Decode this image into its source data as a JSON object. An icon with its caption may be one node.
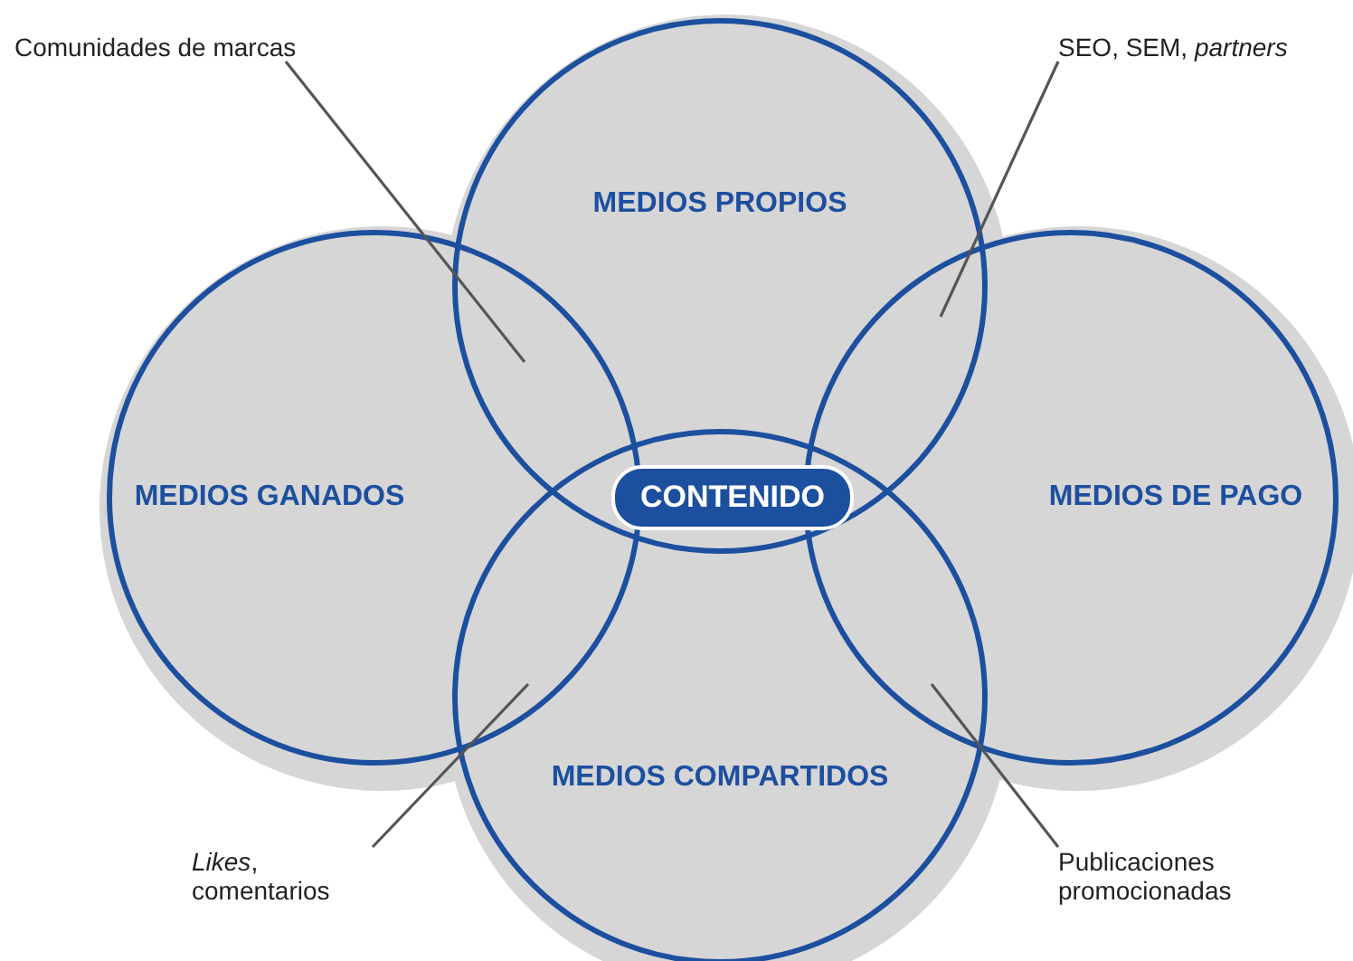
{
  "diagram": {
    "nodes": [
      {
        "text": [
          "Comunidades de marcas"
        ]
      },
      {
        "text": [
          "SEO, SEM, *partners*"
        ]
      },
      {
        "text": [
          "MEDIOS PROPIOS"
        ]
      },
      {
        "text": [
          "MEDIOS GANADOS"
        ]
      },
      {
        "text": [
          "CONTENIDO"
        ]
      },
      {
        "text": [
          "MEDIOS DE PAGO"
        ]
      },
      {
        "text": [
          "MEDIOS COMPARTIDOS"
        ]
      },
      {
        "text": [
          "*Likes*, comentarios"
        ]
      },
      {
        "text": [
          "Publicaciones promocionadas"
        ]
      }
    ],
    "edges": [
      {
        "from": 0,
        "to": 3,
        "arrow": "none"
      },
      {
        "from": 1,
        "to": 2,
        "arrow": "none"
      },
      {
        "from": 7,
        "to": 3,
        "arrow": "none"
      },
      {
        "from": 8,
        "to": 5,
        "arrow": "none"
      }
    ]
  }
}
